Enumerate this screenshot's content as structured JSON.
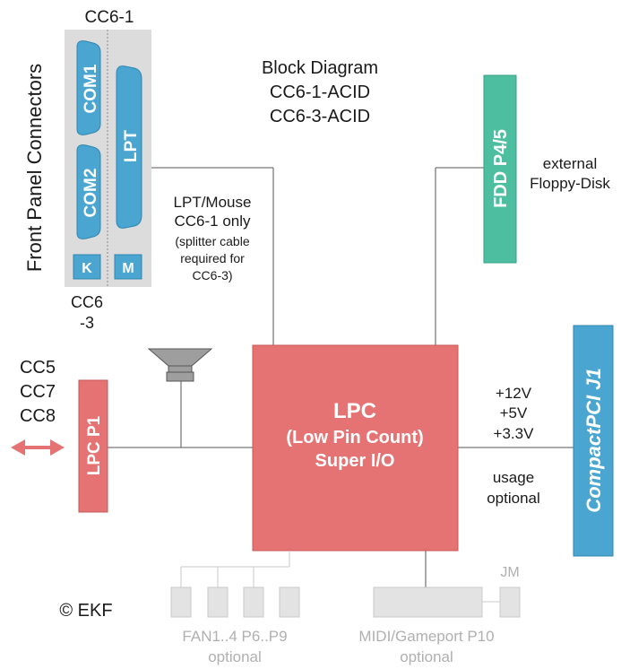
{
  "diagram": {
    "title_line1": "Block Diagram",
    "title_line2": "CC6-1-ACID",
    "title_line3": "CC6-3-ACID",
    "front_panel": {
      "board_label": "CC6-1",
      "side_label": "Front Panel Connectors",
      "com1": "COM1",
      "com2": "COM2",
      "lpt": "LPT",
      "k": "K",
      "m": "M",
      "cc6_3_line1": "CC6",
      "cc6_3_line2": "-3"
    },
    "lpt_note": {
      "line1": "LPT/Mouse",
      "line2": "CC6-1 only",
      "line3": "(splitter cable",
      "line4": "required for",
      "line5": "CC6-3)"
    },
    "fdd": {
      "label": "FDD P4/5",
      "note_line1": "external",
      "note_line2": "Floppy-Disk"
    },
    "lpc_chip": {
      "line1": "LPC",
      "line2": "(Low Pin Count)",
      "line3": "Super I/O"
    },
    "lpc_p1": {
      "label": "LPC P1",
      "cc5": "CC5",
      "cc7": "CC7",
      "cc8": "CC8"
    },
    "cpci": {
      "label": "CompactPCI J1",
      "v12": "+12V",
      "v5": "+5V",
      "v33": "+3.3V",
      "usage1": "usage",
      "usage2": "optional"
    },
    "fan": {
      "line1": "FAN1..4 P6..P9",
      "line2": "optional"
    },
    "midi": {
      "line1": "MIDI/Gameport P10",
      "line2": "optional",
      "jm": "JM"
    },
    "copyright": "© EKF",
    "colors": {
      "chip_red": "#e57373",
      "connector_blue": "#4aa6d1",
      "fdd_green": "#4dbfa0",
      "panel_gray": "#dcdcdc",
      "optional_gray": "#e3e3e3"
    }
  }
}
